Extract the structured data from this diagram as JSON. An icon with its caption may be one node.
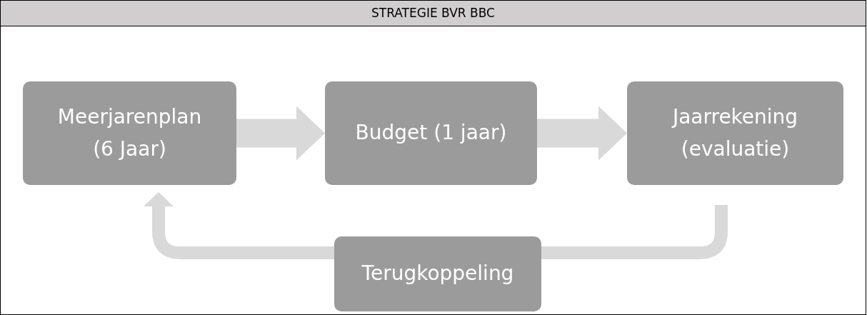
{
  "diagram": {
    "title": "STRATEGIE BVR BBC",
    "nodes": [
      {
        "text": [
          "Meerjarenplan (6 Jaar)"
        ]
      },
      {
        "text": [
          "Budget (1 jaar)"
        ]
      },
      {
        "text": [
          "Jaarrekening (evaluatie)"
        ]
      },
      {
        "text": [
          "Terugkoppeling"
        ]
      }
    ],
    "edges": [
      {
        "from": 0,
        "to": 1,
        "arrow": "to",
        "style": "thick"
      },
      {
        "from": 1,
        "to": 2,
        "arrow": "to",
        "style": "thick"
      },
      {
        "from": 2,
        "to": 3,
        "arrow": "none"
      },
      {
        "from": 3,
        "to": 0,
        "arrow": "to"
      }
    ]
  }
}
